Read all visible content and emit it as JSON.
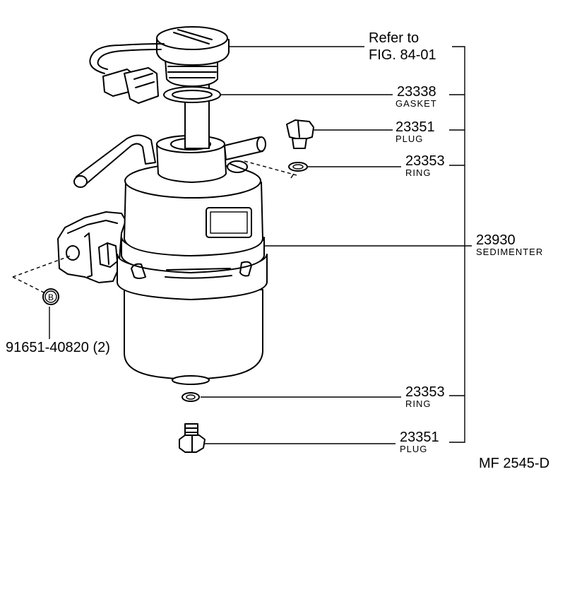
{
  "callouts": {
    "refer": {
      "line1": "Refer to",
      "line2": "FIG. 84-01"
    },
    "gasket": {
      "number": "23338",
      "name": "GASKET"
    },
    "plug_top": {
      "number": "23351",
      "name": "PLUG"
    },
    "ring_top": {
      "number": "23353",
      "name": "RING"
    },
    "sedimenter": {
      "number": "23930",
      "name": "SEDIMENTER"
    },
    "ring_bottom": {
      "number": "23353",
      "name": "RING"
    },
    "plug_bottom": {
      "number": "23351",
      "name": "PLUG"
    },
    "bolt": {
      "marker": "B",
      "number": "91651-40820 (2)"
    }
  },
  "figure_code": "MF  2545-D"
}
